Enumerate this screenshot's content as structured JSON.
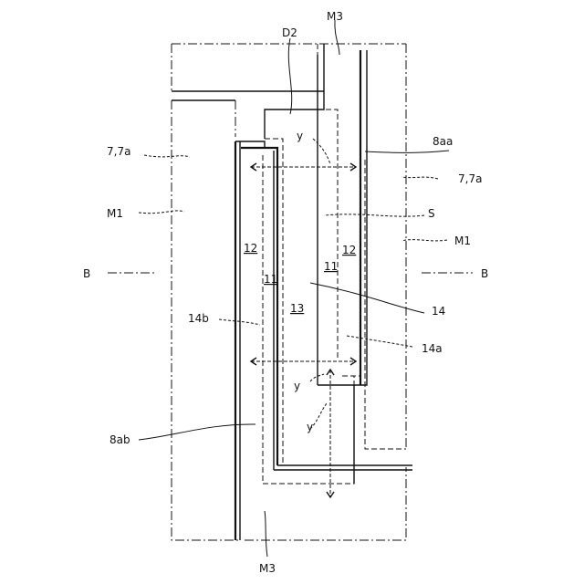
{
  "labels": {
    "m3_top": "M3",
    "m3_bottom": "M3",
    "d2": "D2",
    "y_top": "y",
    "y_mid": "y",
    "y_low": "y",
    "lbl_7_7a_left": "7,7a",
    "lbl_7_7a_right": "7,7a",
    "lbl_8aa": "8aa",
    "m1_left": "M1",
    "m1_right": "M1",
    "s": "S",
    "b_left": "B",
    "b_right": "B",
    "r12_left": "12",
    "r12_right": "12",
    "r11_left": "11",
    "r11_right": "11",
    "r13": "13",
    "r14": "14",
    "r14a": "14a",
    "r14b": "14b",
    "r8ab": "8ab"
  }
}
